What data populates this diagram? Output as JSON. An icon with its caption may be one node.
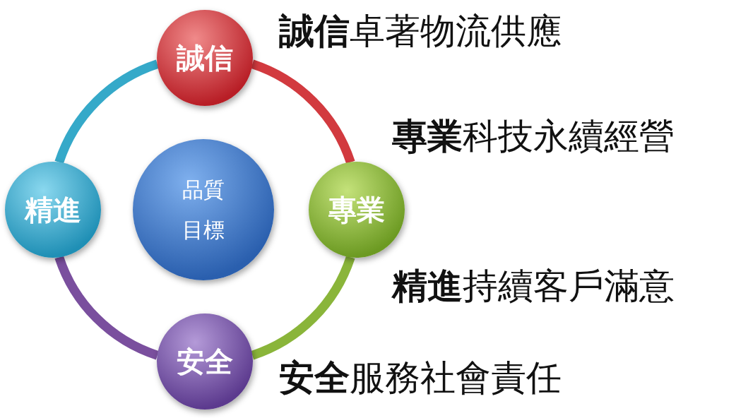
{
  "diagram": {
    "nodes": [
      {
        "text": [
          "誠信"
        ]
      },
      {
        "text": [
          "精進"
        ]
      },
      {
        "text": [
          "品質目標"
        ]
      },
      {
        "text": [
          "專業"
        ]
      },
      {
        "text": [
          "安全"
        ]
      }
    ],
    "edges": [
      {
        "from": 0,
        "to": 3,
        "arrow": "none",
        "color": "#d23a3f"
      },
      {
        "from": 3,
        "to": 4,
        "arrow": "none",
        "color": "#8ab53a"
      },
      {
        "from": 4,
        "to": 1,
        "arrow": "none",
        "color": "#7a4f9e"
      },
      {
        "from": 1,
        "to": 0,
        "arrow": "none",
        "color": "#35a9c9"
      }
    ],
    "labels": [
      "**誠信**卓著物流供應",
      "**專業**科技永續經營",
      "**精進**持續客戶滿意",
      "**安全**服務社會責任"
    ]
  }
}
